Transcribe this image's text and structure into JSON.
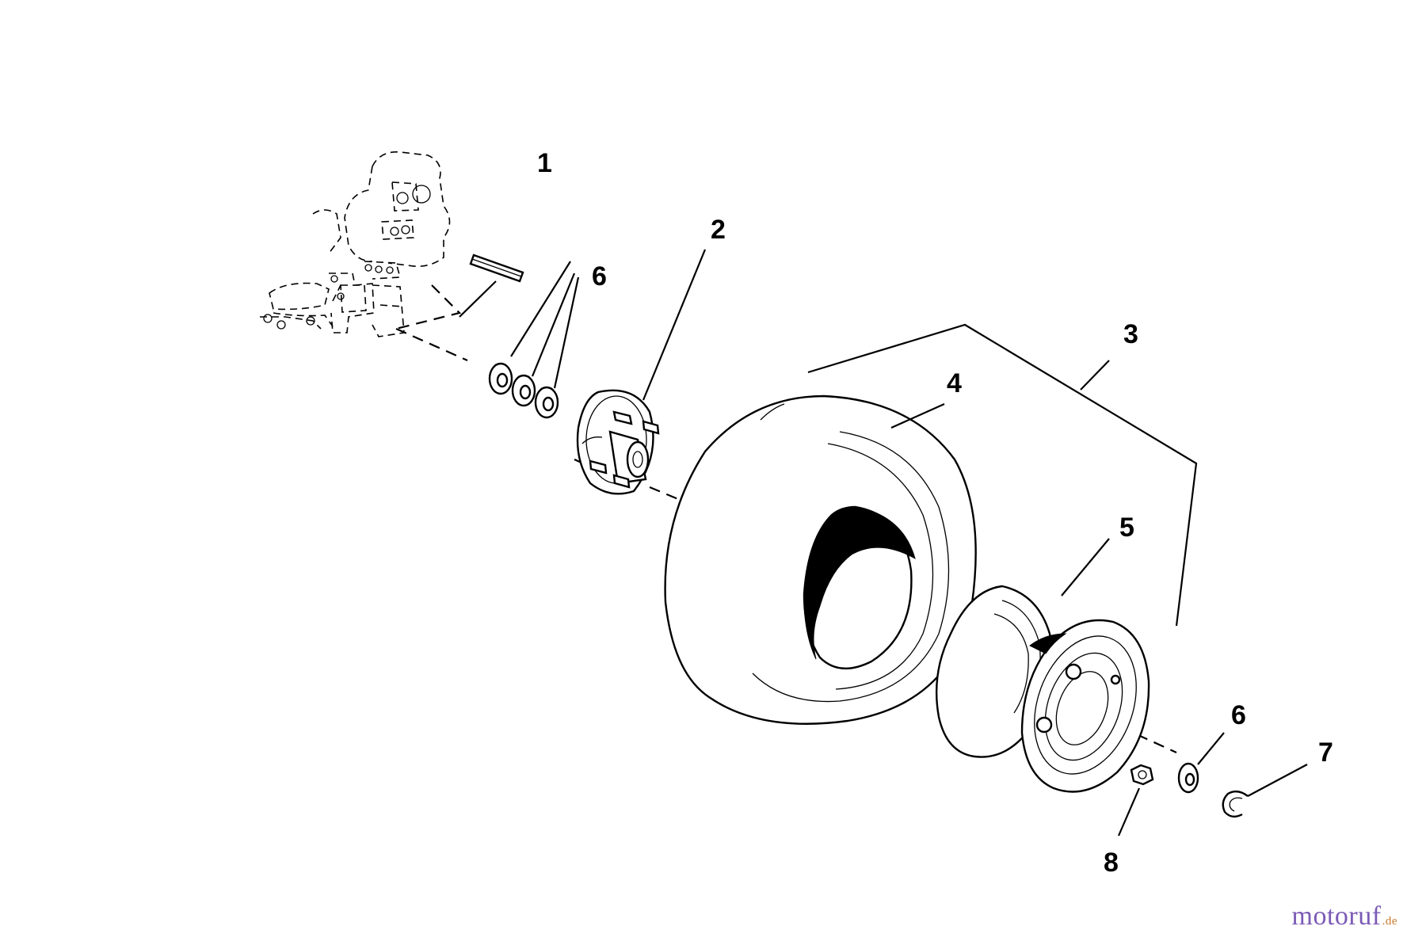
{
  "diagram": {
    "callouts": {
      "c1": "1",
      "c2": "2",
      "c3": "3",
      "c4": "4",
      "c5": "5",
      "c6a": "6",
      "c6b": "6",
      "c7": "7",
      "c8": "8"
    }
  },
  "watermark": {
    "main": "motoruf",
    "suffix": ".de"
  }
}
